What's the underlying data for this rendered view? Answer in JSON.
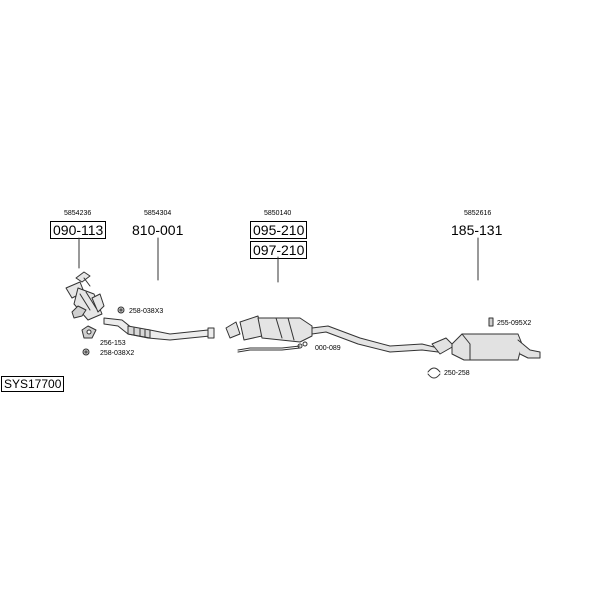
{
  "system": {
    "code": "SYS17700"
  },
  "components": [
    {
      "oem": "5854236",
      "part": "090-113",
      "boxed": true
    },
    {
      "oem": "5854304",
      "part": "810-001",
      "boxed": false
    },
    {
      "oem": "5850140",
      "part": "095-210",
      "part2": "097-210",
      "boxed": true
    },
    {
      "oem": "5852616",
      "part": "185-131",
      "boxed": false
    }
  ],
  "hardware": {
    "h1": "258-038X3",
    "h2": "256-153",
    "h3": "258-038X2",
    "h4": "000-089",
    "h5": "255-095X2",
    "h6": "250-258"
  }
}
